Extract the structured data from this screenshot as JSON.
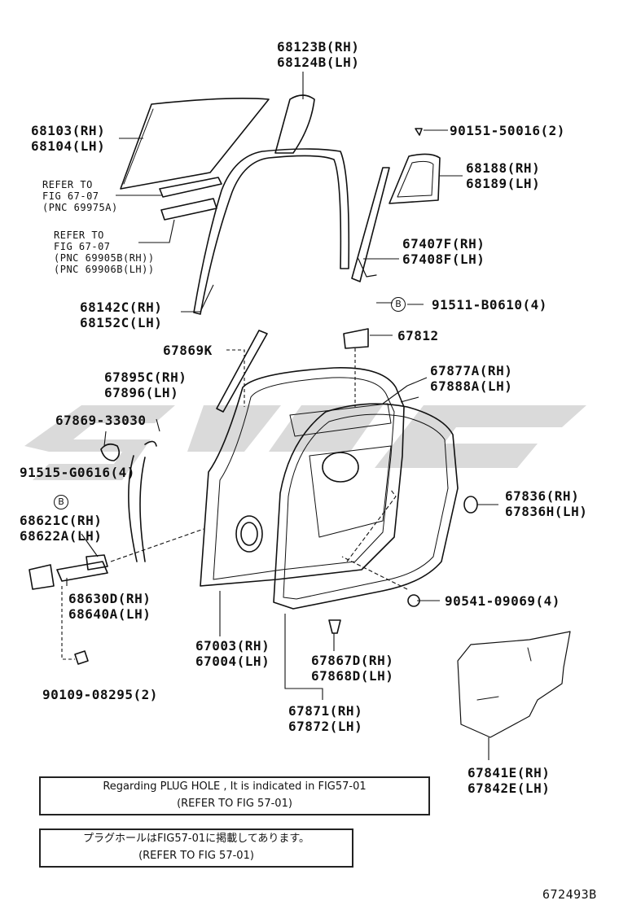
{
  "parts": {
    "p68123": [
      "68123B(RH)",
      "68124B(LH)"
    ],
    "p68103": [
      "68103(RH)",
      "68104(LH)"
    ],
    "refer1": [
      "REFER TO",
      "FIG 67-07",
      "(PNC 69975A)"
    ],
    "refer2": [
      "REFER TO",
      "FIG 67-07",
      "(PNC 69905B(RH))",
      "(PNC 69906B(LH))"
    ],
    "p68142": [
      "68142C(RH)",
      "68152C(LH)"
    ],
    "p90151": "90151-50016(2)",
    "p68188": [
      "68188(RH)",
      "68189(LH)"
    ],
    "p67407": [
      "67407F(RH)",
      "67408F(LH)"
    ],
    "p91511": "91511-B0610(4)",
    "p67869k": "67869K",
    "p67812": "67812",
    "p67895": [
      "67895C(RH)",
      "67896(LH)"
    ],
    "p67877": [
      "67877A(RH)",
      "67888A(LH)"
    ],
    "p67869_33030": "67869-33030",
    "p91515": "91515-G0616(4)",
    "p68621": [
      "68621C(RH)",
      "68622A(LH)"
    ],
    "p67836": [
      "67836(RH)",
      "67836H(LH)"
    ],
    "p68630": [
      "68630D(RH)",
      "68640A(LH)"
    ],
    "p90541": "90541-09069(4)",
    "p67003": [
      "67003(RH)",
      "67004(LH)"
    ],
    "p67867": [
      "67867D(RH)",
      "67868D(LH)"
    ],
    "p90109": "90109-08295(2)",
    "p67871": [
      "67871(RH)",
      "67872(LH)"
    ],
    "p67841": [
      "67841E(RH)",
      "67842E(LH)"
    ]
  },
  "markers": {
    "b1": "B",
    "b2": "B"
  },
  "notes": {
    "en": [
      "Regarding PLUG HOLE , It is indicated in FIG57-01",
      "(REFER TO FIG 57-01)"
    ],
    "jp": [
      "プラグホールはFIG57-01に掲載してあります。",
      "(REFER TO FIG 57-01)"
    ]
  },
  "figure_id": "672493B",
  "watermark_color": "#cfcfcf"
}
